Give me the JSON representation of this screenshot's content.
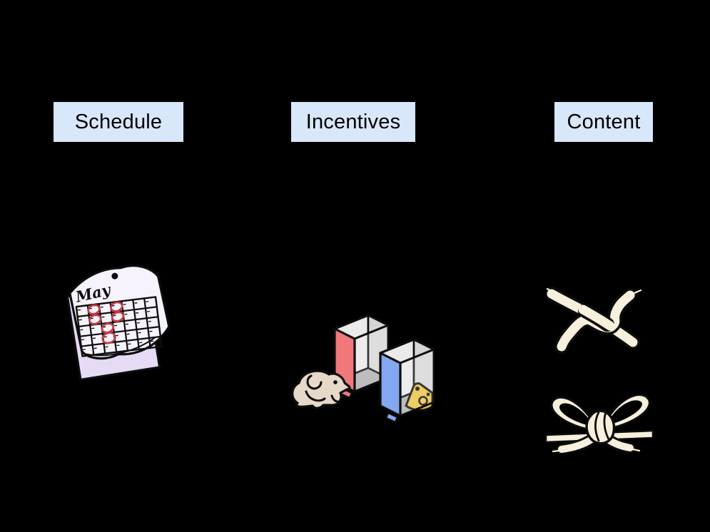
{
  "page": {
    "type": "presentation-slide",
    "background": "#000000"
  },
  "columns": [
    {
      "label": "Schedule",
      "icon": "calendar-may-icon"
    },
    {
      "label": "Incentives",
      "icon": "mouse-choice-boxes-icon"
    },
    {
      "label": "Content",
      "icon": "shoelace-knot-and-bow-icons"
    }
  ],
  "calendar": {
    "month_label": "May"
  },
  "icons": [
    "calendar-may-icon",
    "mouse-choice-boxes-icon",
    "shoelace-knot-icon",
    "shoelace-bow-icon"
  ],
  "colors": {
    "background": "#000000",
    "label_bg": "#D8E7FA",
    "label_text": "#000000",
    "outline": "#0D0D0D",
    "calendar_page": "#F7F3FC",
    "calendar_backing": "#E6DBF5",
    "date_circle_red": "#C23B44",
    "box_red": "#F0787B",
    "box_blue": "#83A7F0",
    "box_wall_light": "#EAEAEA",
    "box_wall_mid": "#D6D6D6",
    "box_floor_gray": "#AFAFAF",
    "cheese_gold": "#EAC243",
    "mouse_fur": "#E6D9C7",
    "lace_cream": "#F6F0DC"
  }
}
